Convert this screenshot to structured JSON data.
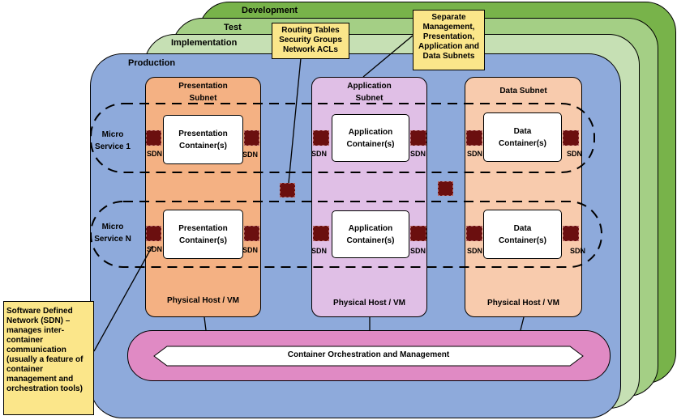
{
  "environments": {
    "development": "Development",
    "test": "Test",
    "implementation": "Implementation",
    "production": "Production"
  },
  "subnets": {
    "presentation": {
      "title_line1": "Presentation",
      "title_line2": "Subnet",
      "host": "Physical Host / VM"
    },
    "application": {
      "title_line1": "Application",
      "title_line2": "Subnet",
      "host": "Physical Host / VM"
    },
    "data": {
      "title_line1": "Data Subnet",
      "host": "Physical Host / VM"
    }
  },
  "microservices": {
    "first": {
      "line1": "Micro",
      "line2": "Service 1"
    },
    "n": {
      "line1": "Micro",
      "line2": "Service N"
    }
  },
  "containers": {
    "presentation": {
      "line1": "Presentation",
      "line2": "Container(s)"
    },
    "application": {
      "line1": "Application",
      "line2": "Container(s)"
    },
    "data": {
      "line1": "Data",
      "line2": "Container(s)"
    }
  },
  "sdn_label": "SDN",
  "orchestration": "Container Orchestration and Management",
  "callouts": {
    "routing": {
      "line1": "Routing Tables",
      "line2": "Security Groups",
      "line3": "Network ACLs"
    },
    "separate": {
      "line1": "Separate",
      "line2": "Management,",
      "line3": "Presentation,",
      "line4": "Application and",
      "line5": "Data Subnets"
    },
    "sdn": {
      "line1": "Software Defined",
      "line2": "Network (SDN) –",
      "line3": "manages inter-",
      "line4": "container",
      "line5": "communication",
      "line6": "(usually a feature of",
      "line7": "container",
      "line8": "management and",
      "line9": "orchestration tools)"
    }
  },
  "colors": {
    "development": "#78b34a",
    "test": "#a4cf85",
    "implementation": "#c6e0b4",
    "production": "#8eaadb",
    "presentation_subnet": "#f4b183",
    "application_subnet": "#e0bfe6",
    "data_subnet": "#f8cbad",
    "sdn": "#6b0f0f",
    "orchestration": "#e08ac4",
    "callout": "#fbe68a"
  }
}
